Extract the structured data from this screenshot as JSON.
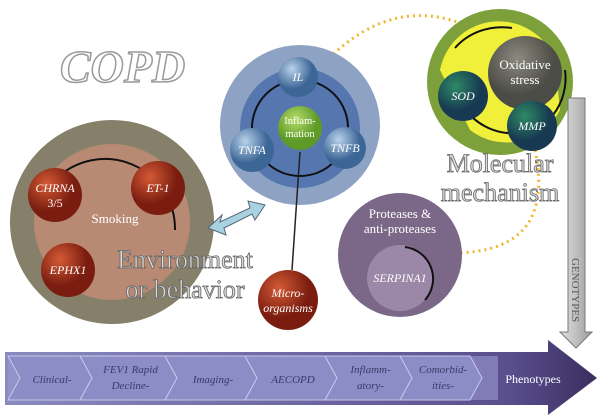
{
  "title": "COPD",
  "environment": {
    "label_line1": "Environment",
    "label_line2": "or behavior",
    "center": "Smoking",
    "nodes": [
      "CHRNA",
      "3/5",
      "ET-1",
      "EPHX1"
    ]
  },
  "inflammation": {
    "center_line1": "Inflam-",
    "center_line2": "mation",
    "nodes": [
      "IL",
      "TNFA",
      "TNFB"
    ]
  },
  "microorganisms": {
    "line1": "Micro-",
    "line2": "organisms"
  },
  "molecular": {
    "label_line1": "Molecular",
    "label_line2": "mechanism",
    "center_line1": "Oxidative",
    "center_line2": "stress",
    "nodes": [
      "SOD",
      "MMP"
    ]
  },
  "proteases": {
    "line1": "Proteases &",
    "line2": "anti-proteases",
    "node": "SERPINA1"
  },
  "genotypes": "GENOTYPES",
  "phenotypes": {
    "label": "Phenotypes",
    "steps": [
      {
        "line1": "Clinical-",
        "line2": ""
      },
      {
        "line1": "FEV1 Rapid",
        "line2": "Decline-"
      },
      {
        "line1": "Imaging-",
        "line2": ""
      },
      {
        "line1": "AECOPD",
        "line2": ""
      },
      {
        "line1": "Inflamm-",
        "line2": "atory-"
      },
      {
        "line1": "Comorbid-",
        "line2": "ities-"
      }
    ]
  }
}
